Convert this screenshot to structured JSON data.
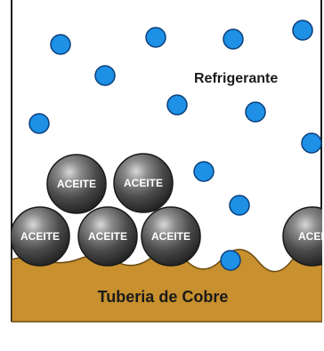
{
  "labels": {
    "refrigerant": "Refrigerante",
    "pipe": "Tuberia de Cobre",
    "oil": "ACEITE",
    "oil_partial": "ACEI"
  },
  "colors": {
    "refrigerant_dot": "#1e90e6",
    "oil_ball": "#505050",
    "copper_pipe": "#c8902e",
    "frame": "#1a1a1a"
  }
}
